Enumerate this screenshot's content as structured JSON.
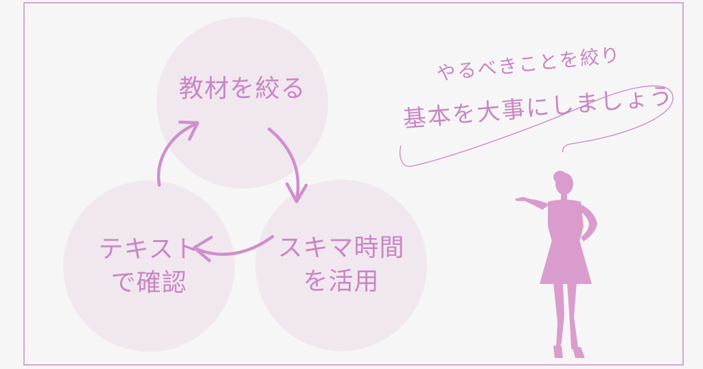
{
  "cycle": {
    "top": {
      "line1": "教材を絞る",
      "line2": ""
    },
    "right": {
      "line1": "スキマ時間",
      "line2": "を活用"
    },
    "left": {
      "line1": "テキスト",
      "line2": "で確認"
    }
  },
  "speech": {
    "line1": "やるべきことを絞り",
    "line2": "基本を大事にしましょう"
  },
  "colors": {
    "accent": "#c986c4",
    "circle": "#f1e8ef",
    "frame": "#d9a3d4",
    "silhouette": "#d99ccd"
  }
}
